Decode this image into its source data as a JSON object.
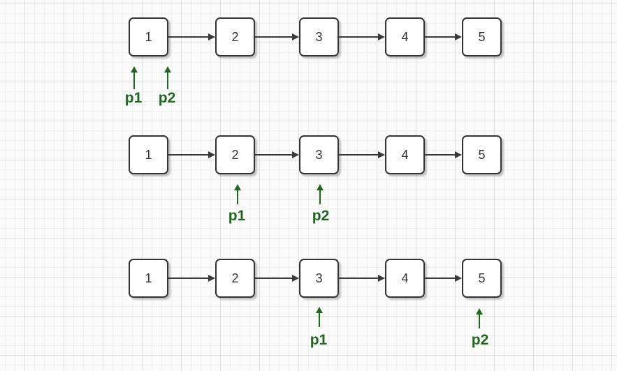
{
  "diagram": {
    "type": "linked-list-two-pointers",
    "colors": {
      "pointer_green": "#226622",
      "node_border": "#333333",
      "node_fill": "#ffffff",
      "edge": "#3a3a3a",
      "grid_minor": "#efefef",
      "grid_major": "#e0e0e0",
      "background": "#fafafa"
    },
    "rows": [
      {
        "nodes": [
          "1",
          "2",
          "3",
          "4",
          "5"
        ],
        "pointers": [
          {
            "label": "p1",
            "points_to": "1"
          },
          {
            "label": "p2",
            "points_to": "1"
          }
        ]
      },
      {
        "nodes": [
          "1",
          "2",
          "3",
          "4",
          "5"
        ],
        "pointers": [
          {
            "label": "p1",
            "points_to": "2"
          },
          {
            "label": "p2",
            "points_to": "3"
          }
        ]
      },
      {
        "nodes": [
          "1",
          "2",
          "3",
          "4",
          "5"
        ],
        "pointers": [
          {
            "label": "p1",
            "points_to": "3"
          },
          {
            "label": "p2",
            "points_to": "5"
          }
        ]
      }
    ]
  }
}
